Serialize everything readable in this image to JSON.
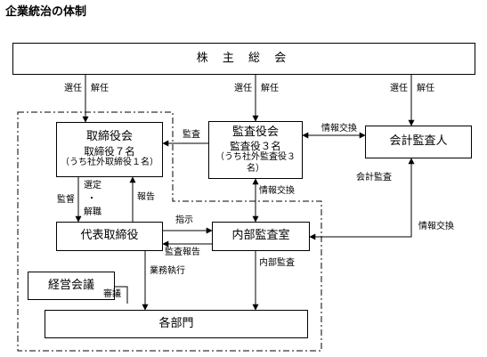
{
  "title": "企業統治の体制",
  "boxes": {
    "shareholders": "株 主 総 会",
    "board": {
      "name": "取締役会",
      "members": "取締役７名",
      "note": "（うち社外取締役１名）"
    },
    "auditors": {
      "name": "監査役会",
      "members": "監査役３名",
      "note": "（うち社外監査役３名）"
    },
    "accounting_auditor": "会計監査人",
    "representative": "代表取締役",
    "internal_audit": "内部監査室",
    "management_meeting": "経営会議",
    "departments": "各部門"
  },
  "labels": {
    "elect_dismiss_1": "選任　解任",
    "elect_dismiss_2": "選任　解任",
    "elect_dismiss_3": "選任　解任",
    "audit": "監査",
    "info_exchange_1": "情報交換",
    "info_exchange_2": "情報交換",
    "info_exchange_3": "情報交換",
    "accounting_audit": "会計監査",
    "supervise": "監督",
    "select": "選定",
    "dot": "・",
    "dismiss": "解職",
    "report": "報告",
    "instruct": "指示",
    "audit_report": "監査報告",
    "internal_audit_label": "内部監査",
    "business_execution": "業務執行",
    "deliberation": "審議"
  }
}
